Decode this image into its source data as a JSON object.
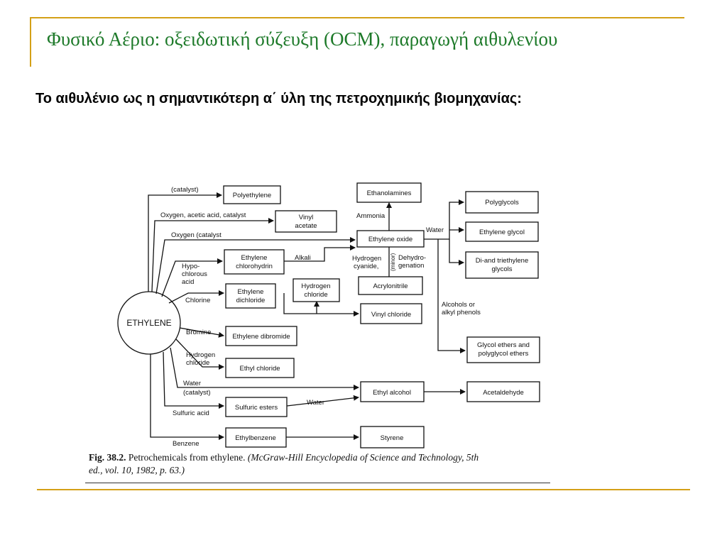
{
  "slide": {
    "title": "Φυσικό Αέριο: οξειδωτική σύζευξη (OCM), παραγωγή αιθυλενίου",
    "subtitle": "Το αιθυλένιο ως η σημαντικότερη α΄ ύλη της πετροχημικής βιομηχανίας:",
    "accent_color": "#d4a017",
    "title_color": "#1e7a2a"
  },
  "diagram": {
    "center": "ETHYLENE",
    "boxes": {
      "polyethylene": "Polyethylene",
      "vinyl_acetate_1": "Vinyl",
      "vinyl_acetate_2": "acetate",
      "ethylene_chlorohydrin_1": "Ethylene",
      "ethylene_chlorohydrin_2": "chlorohydrin",
      "ethylene_dichloride_1": "Ethylene",
      "ethylene_dichloride_2": "dichloride",
      "hydrogen_chloride_1": "Hydrogen",
      "hydrogen_chloride_2": "chloride",
      "ethylene_dibromide": "Ethylene dibromide",
      "ethyl_chloride": "Ethyl chloride",
      "sulfuric_esters": "Sulfuric esters",
      "ethylbenzene": "Ethylbenzene",
      "ethanolamines": "Ethanolamines",
      "ethylene_oxide": "Ethylene oxide",
      "acrylonitrile": "Acrylonitrile",
      "vinyl_chloride": "Vinyl chloride",
      "ethyl_alcohol": "Ethyl alcohol",
      "styrene": "Styrene",
      "polyglycols": "Polyglycols",
      "ethylene_glycol": "Ethylene glycol",
      "di_triethylene_glycols_1": "Di-and triethylene",
      "di_triethylene_glycols_2": "glycols",
      "glycol_ethers_1": "Glycol ethers and",
      "glycol_ethers_2": "polyglycol ethers",
      "acetaldehyde": "Acetaldehyde"
    },
    "labels": {
      "catalyst": "(catalyst)",
      "oxygen_acetic": "Oxygen, acetic acid, catalyst",
      "oxygen_catalyst": "Oxygen (catalyst",
      "hypochlorous_1": "Hypo-",
      "hypochlorous_2": "chlorous",
      "hypochlorous_3": "acid",
      "chlorine": "Chlorine",
      "bromine": "Bromine",
      "hydrogen_chloride_1": "Hydrogen",
      "hydrogen_chloride_2": "chloride",
      "water_catalyst_1": "Water",
      "water_catalyst_2": "(catalyst)",
      "sulfuric_acid": "Sulfuric acid",
      "benzene": "Benzene",
      "alkali": "Alkali",
      "ammonia": "Ammonia",
      "water_eo": "Water",
      "water_esters": "Water",
      "hydrogen_cyanide_1": "Hydrogen",
      "hydrogen_cyanide_2": "cyanide,",
      "minor": "(minor)",
      "dehydrogenation_1": "Dehydro-",
      "dehydrogenation_2": "genation",
      "alcohols_phenols_1": "Alcohols or",
      "alcohols_phenols_2": "alkyl phenols"
    },
    "caption": {
      "fig": "Fig. 38.2.",
      "text": "Petrochemicals from ethylene.",
      "source_1": "(McGraw-Hill Encyclopedia of Science and Technology, 5th",
      "source_2": "ed., vol. 10, 1982, p. 63.)"
    }
  }
}
